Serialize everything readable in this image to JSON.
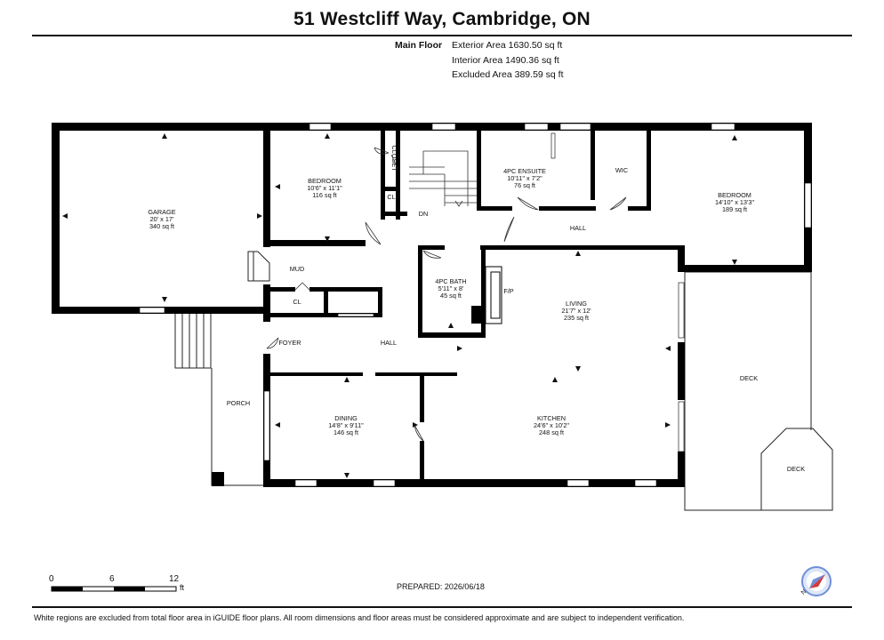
{
  "title": "51 Westcliff Way, Cambridge, ON",
  "floor": {
    "name": "Main Floor",
    "exterior": "Exterior Area 1630.50 sq ft",
    "interior": "Interior Area 1490.36 sq ft",
    "excluded": "Excluded Area 389.59 sq ft"
  },
  "rooms": {
    "garage": {
      "name": "GARAGE",
      "dims": "20' x 17'",
      "area": "340 sq ft"
    },
    "bedroom1": {
      "name": "BEDROOM",
      "dims": "10'6\" x 11'1\"",
      "area": "116 sq ft"
    },
    "closet": {
      "name": "CLOSET"
    },
    "cl_top": {
      "name": "CL"
    },
    "dn": {
      "name": "DN"
    },
    "ensuite": {
      "name": "4PC ENSUITE",
      "dims": "10'11\" x 7'2\"",
      "area": "76 sq ft"
    },
    "wic": {
      "name": "WIC"
    },
    "bedroom2": {
      "name": "BEDROOM",
      "dims": "14'10\" x 13'3\"",
      "area": "189 sq ft"
    },
    "hall_top": {
      "name": "HALL"
    },
    "mud": {
      "name": "MUD"
    },
    "cl_mud": {
      "name": "CL"
    },
    "bath": {
      "name": "4PC BATH",
      "dims": "5'11\" x 8'",
      "area": "45 sq ft"
    },
    "fp": {
      "name": "F/P"
    },
    "living": {
      "name": "LIVING",
      "dims": "21'7\" x 12'",
      "area": "235 sq ft"
    },
    "foyer": {
      "name": "FOYER"
    },
    "hall_mid": {
      "name": "HALL"
    },
    "deck1": {
      "name": "DECK"
    },
    "porch": {
      "name": "PORCH"
    },
    "dining": {
      "name": "DINING",
      "dims": "14'8\" x 9'11\"",
      "area": "146 sq ft"
    },
    "kitchen": {
      "name": "KITCHEN",
      "dims": "24'6\" x 10'2\"",
      "area": "248 sq ft"
    },
    "deck2": {
      "name": "DECK"
    }
  },
  "scale": {
    "zero": "0",
    "six": "6",
    "twelve": "12",
    "unit": "ft"
  },
  "prepared": "PREPARED: 2026/06/18",
  "disclaimer": "White regions are excluded from total floor area in iGUIDE floor plans. All room dimensions and floor areas must be considered approximate and are subject to independent verification.",
  "colors": {
    "wall": "#000000",
    "compass_ring": "#6f8fd8",
    "compass_needle": "#d13b3b"
  },
  "icons": {
    "compass": "compass-rose-icon"
  }
}
